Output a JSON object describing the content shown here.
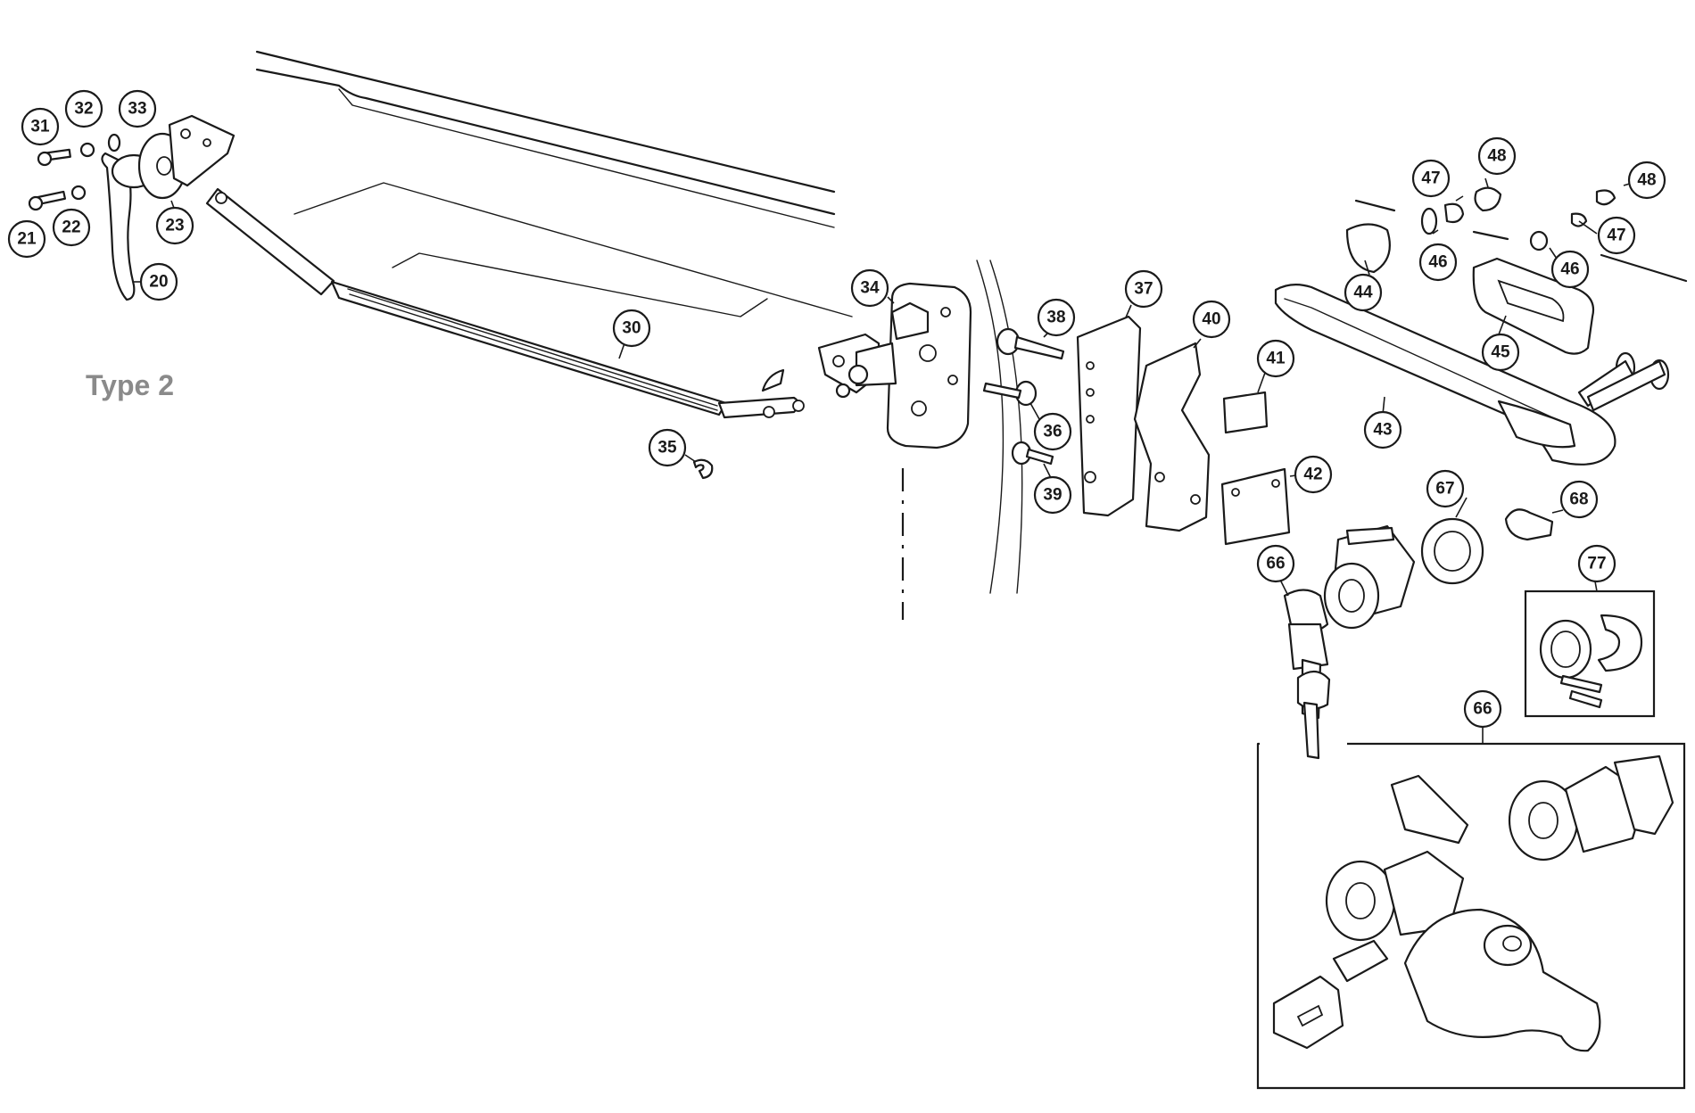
{
  "title": "Type 2",
  "callouts": [
    "20",
    "21",
    "22",
    "23",
    "30",
    "31",
    "32",
    "33",
    "34",
    "35",
    "36",
    "37",
    "38",
    "39",
    "40",
    "41",
    "42",
    "43",
    "44",
    "45",
    "46",
    "46",
    "47",
    "47",
    "48",
    "48",
    "66",
    "66",
    "67",
    "68",
    "77"
  ],
  "colors": {
    "line": "#1a1a1a",
    "label": "#8a8a8a",
    "background": "#ffffff"
  }
}
